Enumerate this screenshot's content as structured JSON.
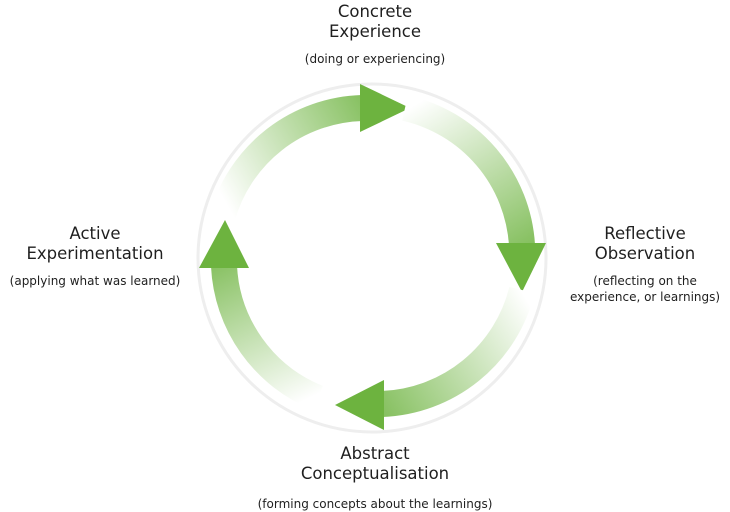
{
  "stages": {
    "top": {
      "title_line1": "Concrete",
      "title_line2": "Experience",
      "description": "(doing or experiencing)"
    },
    "right": {
      "title_line1": "Reflective",
      "title_line2": "Observation",
      "description_line1": "(reflecting on the",
      "description_line2": "experience, or learnings)"
    },
    "bottom": {
      "title_line1": "Abstract",
      "title_line2": "Conceptualisation",
      "description": "(forming concepts about the learnings)"
    },
    "left": {
      "title_line1": "Active",
      "title_line2": "Experimentation",
      "description": "(applying what was learned)"
    }
  },
  "colors": {
    "arrow": "#6db33f",
    "arrow_fade": "#ffffff",
    "ring": "#f0f0f0"
  }
}
